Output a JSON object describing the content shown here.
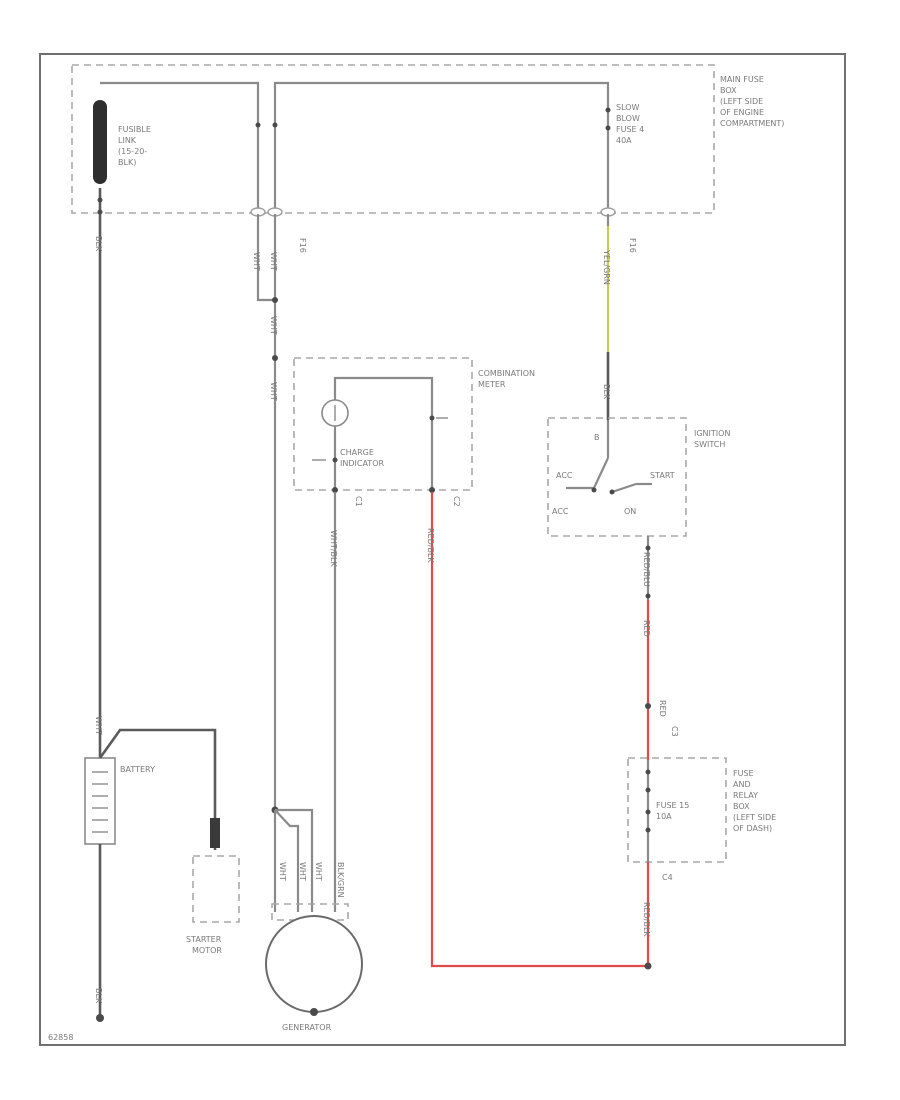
{
  "labels": {
    "fusible_link": [
      "FUSIBLE",
      "LINK",
      "(15-20-",
      "BLK)"
    ],
    "main_fuse_box": [
      "MAIN FUSE",
      "BOX",
      "(LEFT SIDE",
      "OF ENGINE",
      "COMPARTMENT)"
    ],
    "slow_blow_fuse": [
      "SLOW",
      "BLOW",
      "FUSE 4",
      "40A"
    ],
    "combination_meter": [
      "COMBINATION",
      "METER"
    ],
    "charge_indicator": [
      "CHARGE",
      "INDICATOR"
    ],
    "ignition_switch": [
      "IGNITION",
      "SWITCH"
    ],
    "acc": "ACC",
    "on": "ON",
    "start": "START",
    "batt": "B",
    "battery": "BATTERY",
    "starter_motor": [
      "STARTER",
      "MOTOR"
    ],
    "generator": "GENERATOR",
    "fuse_relay_box": [
      "FUSE",
      "AND",
      "RELAY",
      "BOX",
      "(LEFT SIDE",
      "OF DASH)"
    ],
    "fuse_15": [
      "FUSE 15",
      "10A"
    ],
    "corner_code": "62858"
  },
  "wire_labels": {
    "blk_top": "BLK",
    "blk_bottom": "BLK",
    "wht_a": "WHT",
    "wht_b": "WHT",
    "wht_c": "WHT",
    "wht_d": "WHT",
    "wht_e": "WHT",
    "wht_f": "WHT",
    "wht_g": "WHT",
    "wht_blk": "WHT/BLK",
    "blk_grn": "BLK/GRN",
    "red_blk": "RED/BLK",
    "red_blk_2": "RED/BLK",
    "red_blu": "RED/BLU",
    "yel_grn": "YEL/GRN",
    "blk_2": "BLK",
    "red": "RED",
    "red_2": "RED"
  },
  "pins": {
    "p1": "F16",
    "p2": "F16",
    "c1": "C1",
    "c2": "C2",
    "c3": "C3",
    "c4": "C4"
  },
  "colors": {
    "wire": "#8a8a8a",
    "dashed_box": "#a8a8a8",
    "red_wire": "#e24a4a",
    "yellow_wire": "#c8cc55"
  }
}
